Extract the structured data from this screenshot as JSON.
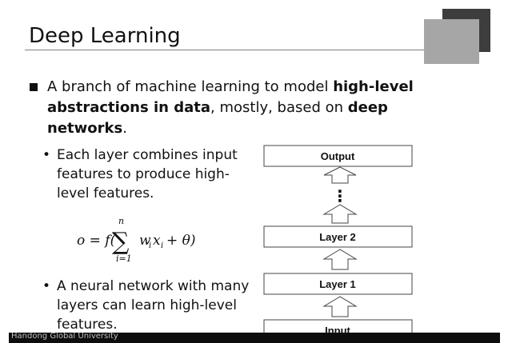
{
  "slide": {
    "title": "Deep Learning",
    "main_bullet": {
      "part1": "A branch of machine learning to model ",
      "bold1": "high-level abstractions in data",
      "part2": ", mostly, based on ",
      "bold2": "deep networks",
      "part3": "."
    },
    "sub_bullets": [
      {
        "marker": "•",
        "text": "Each layer combines input features to produce high-level features."
      },
      {
        "marker": "•",
        "text": "A neural network with many layers can learn high-level features."
      }
    ],
    "formula": {
      "lhs": "o = f(",
      "sum_symbol": "∑",
      "upper_limit": "n",
      "lower_limit": "i=1",
      "term": "w",
      "term_sub": "i",
      "var": "x",
      "var_sub": "i",
      "rest": "+ θ)"
    },
    "diagram": {
      "output": "Output",
      "ellipsis": "⋮",
      "layer2": "Layer 2",
      "layer1": "Layer 1",
      "input": "Input"
    },
    "footer": "Handong Global University"
  },
  "colors": {
    "square_dark": "#3d3d3d",
    "square_light": "#a6a6a6",
    "footer_bg": "#0d0d0d"
  }
}
